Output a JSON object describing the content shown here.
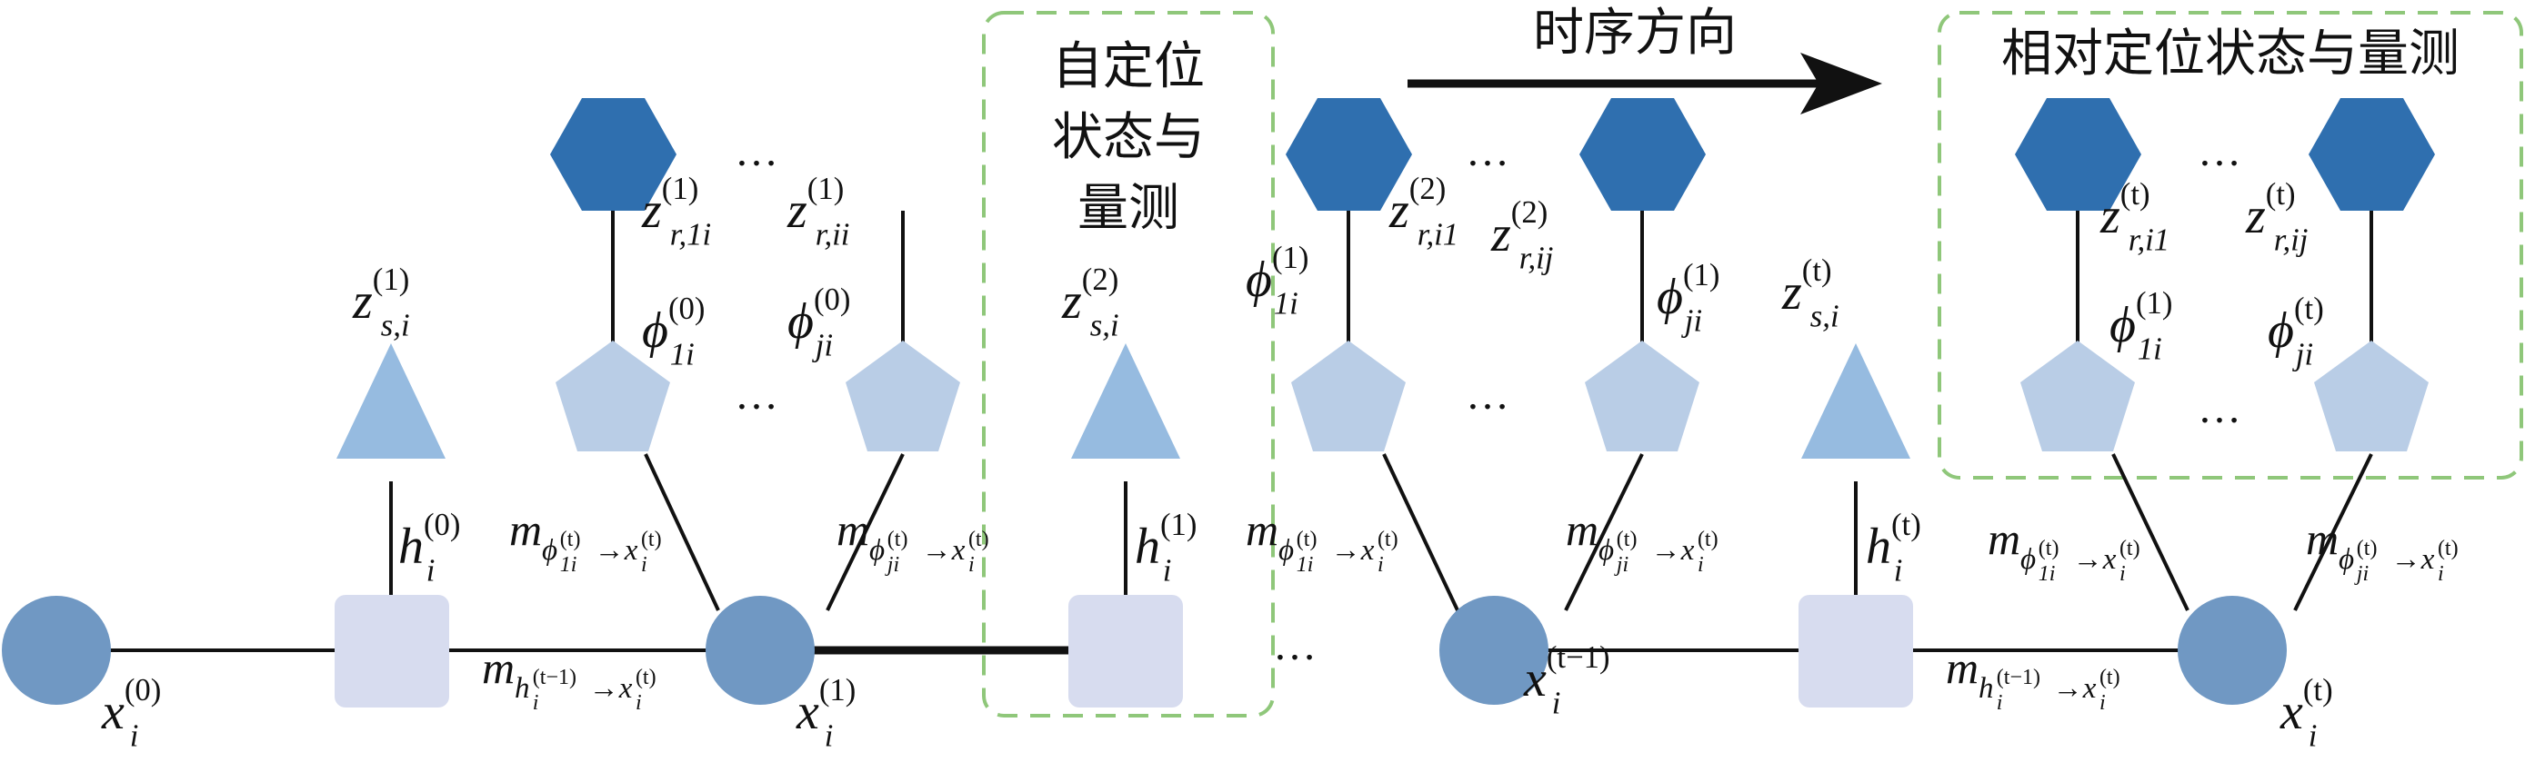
{
  "colors": {
    "variable_node": "#7098c3",
    "factor_square": "#d7dcef",
    "pentagon": "#b9cde6",
    "triangle": "#96bbe0",
    "hexagon": "#2f6faf",
    "dashed_box": "#8fc77a",
    "line": "#111111"
  },
  "annotations": {
    "box1_line1": "自定位",
    "box1_line2": "状态与",
    "box1_line3": "量测",
    "time_direction": "时序方向",
    "box2_title": "相对定位状态与量测"
  },
  "ellipsis": "…",
  "math": {
    "x_i_0": {
      "base": "x",
      "sub": "i",
      "sup": "(0)"
    },
    "x_i_1": {
      "base": "x",
      "sub": "i",
      "sup": "(1)"
    },
    "x_i_t1": {
      "base": "x",
      "sub": "i",
      "sup": "(t−1)"
    },
    "x_i_t": {
      "base": "x",
      "sub": "i",
      "sup": "(t)"
    },
    "h_i_0": {
      "base": "h",
      "sub": "i",
      "sup": "(0)"
    },
    "h_i_1": {
      "base": "h",
      "sub": "i",
      "sup": "(1)"
    },
    "h_i_t": {
      "base": "h",
      "sub": "i",
      "sup": "(t)"
    },
    "z_s_1": {
      "base": "z",
      "sub": "s,i",
      "sup": "(1)"
    },
    "z_s_2": {
      "base": "z",
      "sub": "s,i",
      "sup": "(2)"
    },
    "z_s_t": {
      "base": "z",
      "sub": "s,i",
      "sup": "(t)"
    },
    "z_r_1i_1": {
      "base": "z",
      "sub": "r,1i",
      "sup": "(1)"
    },
    "z_r_ii_1": {
      "base": "z",
      "sub": "r,ii",
      "sup": "(1)"
    },
    "z_r_i1_2": {
      "base": "z",
      "sub": "r,i1",
      "sup": "(2)"
    },
    "z_r_ij_2": {
      "base": "z",
      "sub": "r,ij",
      "sup": "(2)"
    },
    "z_r_i1_t": {
      "base": "z",
      "sub": "r,i1",
      "sup": "(t)"
    },
    "z_r_ij_t": {
      "base": "z",
      "sub": "r,ij",
      "sup": "(t)"
    },
    "phi_1i_0": {
      "base": "ϕ",
      "sub": "1i",
      "sup": "(0)"
    },
    "phi_ji_0": {
      "base": "ϕ",
      "sub": "ji",
      "sup": "(0)"
    },
    "phi_1i_1": {
      "base": "ϕ",
      "sub": "1i",
      "sup": "(1)"
    },
    "phi_ji_1": {
      "base": "ϕ",
      "sub": "ji",
      "sup": "(1)"
    },
    "phi_1i_t1": {
      "base": "ϕ",
      "sub": "1i",
      "sup": "(1)"
    },
    "phi_ji_t": {
      "base": "ϕ",
      "sub": "ji",
      "sup": "(t)"
    },
    "msg_h_x_a": {
      "base": "m",
      "sub": "h",
      "subsub": "i",
      "subsup": "(t−1)",
      "arrow": "→x",
      "tsub": "i",
      "tsup": "(t)"
    },
    "msg_h_x_b": {
      "base": "m",
      "sub": "h",
      "subsub": "i",
      "subsup": "(t−1)",
      "arrow": "→x",
      "tsub": "i",
      "tsup": "(t)"
    },
    "msg_phi1_a": {
      "base": "m",
      "sub": "ϕ",
      "subsub": "1i",
      "subsup": "(t)",
      "arrow": "→x",
      "tsub": "i",
      "tsup": "(t)"
    },
    "msg_phij_a": {
      "base": "m",
      "sub": "ϕ",
      "subsub": "ji",
      "subsup": "(t)",
      "arrow": "→x",
      "tsub": "i",
      "tsup": "(t)"
    },
    "msg_phi1_b": {
      "base": "m",
      "sub": "ϕ",
      "subsub": "1i",
      "subsup": "(t)",
      "arrow": "→x",
      "tsub": "i",
      "tsup": "(t)"
    },
    "msg_phij_b": {
      "base": "m",
      "sub": "ϕ",
      "subsub": "ji",
      "subsup": "(t)",
      "arrow": "→x",
      "tsub": "i",
      "tsup": "(t)"
    },
    "msg_phi1_c": {
      "base": "m",
      "sub": "ϕ",
      "subsub": "1i",
      "subsup": "(t)",
      "arrow": "→x",
      "tsub": "i",
      "tsup": "(t)"
    },
    "msg_phij_c": {
      "base": "m",
      "sub": "ϕ",
      "subsub": "ji",
      "subsup": "(t)",
      "arrow": "→x",
      "tsub": "i",
      "tsup": "(t)"
    }
  }
}
